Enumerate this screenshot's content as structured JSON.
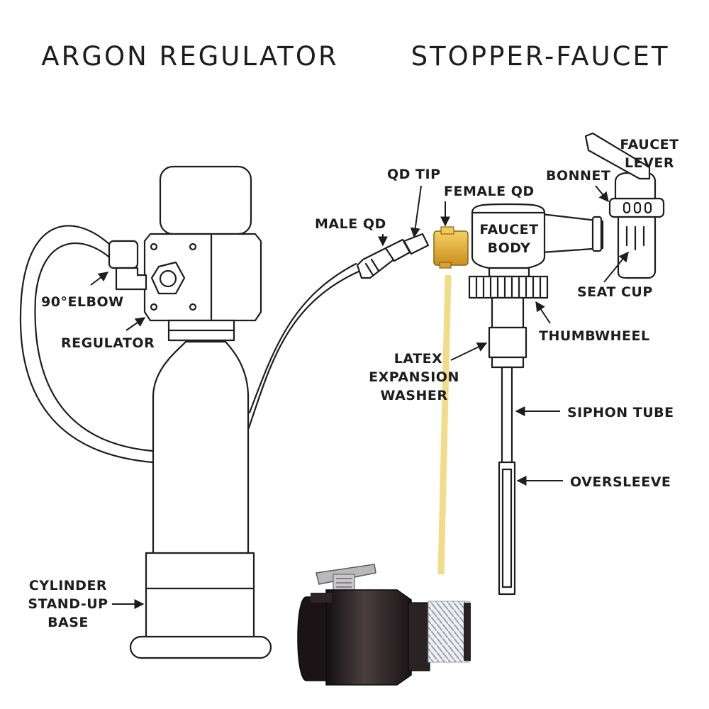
{
  "titles": {
    "left": "ARGON REGULATOR",
    "right": "STOPPER-FAUCET"
  },
  "labels": {
    "elbow": "90°ELBOW",
    "regulator": "REGULATOR",
    "cylinder_base": [
      "CYLINDER",
      "STAND-UP",
      "BASE"
    ],
    "male_qd": "MALE QD",
    "qd_tip": "QD TIP",
    "female_qd": "FEMALE QD",
    "faucet_body": [
      "FAUCET",
      "BODY"
    ],
    "bonnet": "BONNET",
    "faucet_lever": [
      "FAUCET",
      "LEVER"
    ],
    "seat_cup": "SEAT CUP",
    "thumbwheel": "THUMBWHEEL",
    "latex_washer": [
      "LATEX",
      "EXPANSION",
      "WASHER"
    ],
    "siphon_tube": "SIPHON TUBE",
    "oversleeve": "OVERSLEEVE"
  },
  "colors": {
    "line": "#1d1d1d",
    "highlight_yellow": "#f2dc8a",
    "female_qd_brass": "#e8b53a",
    "photo_fitting": "#2a2224",
    "photo_thread": "#e9ebef"
  }
}
